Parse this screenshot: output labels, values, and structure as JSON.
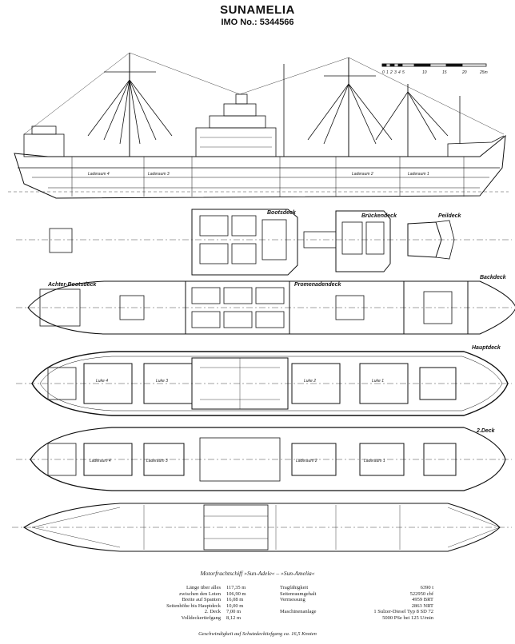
{
  "header": {
    "ship_name": "SUNAMELIA",
    "imo": "IMO No.: 5344566"
  },
  "scale_bar": {
    "ticks": [
      "0",
      "1",
      "2",
      "3",
      "4",
      "5",
      "10",
      "15",
      "20",
      "25m"
    ]
  },
  "deck_labels": {
    "bootsdeck": "Bootsdeck",
    "brueckendeck": "Brückendeck",
    "peildeck": "Peildeck",
    "achter_bootsdeck": "Achter-Bootsdeck",
    "promenadendeck": "Promenadendeck",
    "backdeck": "Backdeck",
    "hauptdeck": "Hauptdeck",
    "zweites_deck": "2.Deck"
  },
  "holds": {
    "profile": [
      "Laderaum 4",
      "Laderaum 3",
      "Laderaum 2",
      "Laderaum 1"
    ],
    "hauptdeck": [
      "Luke 4",
      "Luke 3",
      "Luke 2",
      "Luke 1"
    ],
    "zweites_deck": [
      "Laderaum 4",
      "Laderaum 3",
      "Laderaum 2",
      "Laderaum 1"
    ]
  },
  "spec": {
    "caption": "Motorfrachtschiff »Sun-Adele« – »Sun-Amelia«",
    "left_rows": [
      {
        "label": "Länge über alles",
        "value": "117,35 m"
      },
      {
        "label": "zwischen den Loten",
        "value": "106,90 m"
      },
      {
        "label": "Breite auf Spanten",
        "value": "16,08 m"
      },
      {
        "label": "Seitenhöhe bis Hauptdeck",
        "value": "10,00 m"
      },
      {
        "label": "2. Deck",
        "value": "7,00 m"
      },
      {
        "label": "Volldeckertiefgang",
        "value": "8,12 m"
      }
    ],
    "right_rows": [
      {
        "label": "Tragfähigkeit",
        "value": "6390 t"
      },
      {
        "label": "Seitenraumgehalt",
        "value": "522950 cbf"
      },
      {
        "label": "Vermessung",
        "value": "4959 BRT"
      },
      {
        "label": "",
        "value": "2863 NRT"
      },
      {
        "label": "Maschinenanlage",
        "value": "1 Sulzer-Diesel Typ 8 SD 72"
      },
      {
        "label": "",
        "value": "5000 PSe bei 125 U/min"
      }
    ],
    "footer": "Geschwindigkeit auf Schutzdecktiefgang ca. 16,5 Knoten"
  }
}
